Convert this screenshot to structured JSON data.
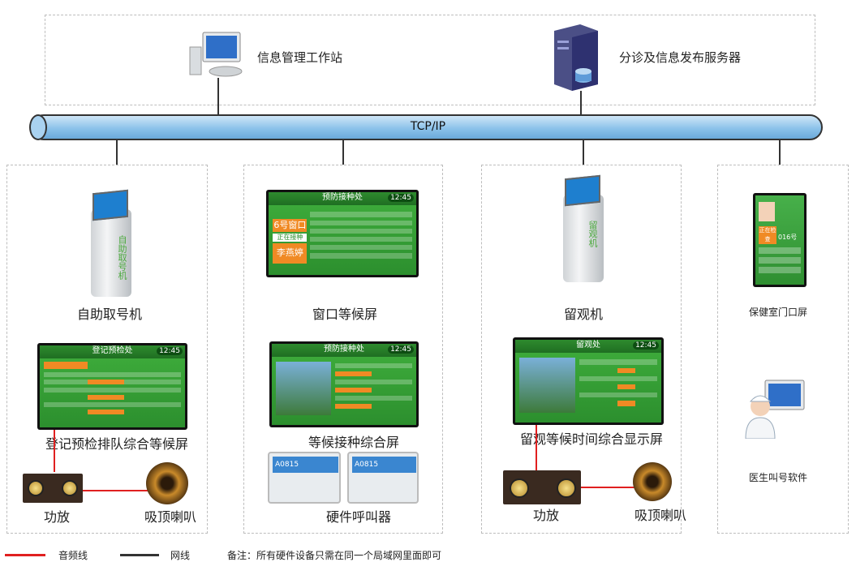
{
  "network": {
    "label": "TCP/IP"
  },
  "top": {
    "workstation_label": "信息管理工作站",
    "server_label": "分诊及信息发布服务器"
  },
  "col1": {
    "kiosk_label": "自助取号机",
    "kiosk_screen_text": "自助取号机",
    "screen_label": "登记预检排队综合等候屏",
    "screen_title": "登记预检处",
    "clock": "12:45",
    "amp_label": "功放",
    "speaker_label": "吸顶喇叭"
  },
  "col2": {
    "screen_top_label": "窗口等候屏",
    "screen_top_title": "预防接种处",
    "window_name": "6号窗口",
    "serving_tag": "正在接种",
    "serving_name": "李燕婷",
    "clock": "12:45",
    "screen_bottom_label": "等候接种综合屏",
    "screen_bottom_title": "预防接种处",
    "hardware_label": "硬件呼叫器",
    "caller_number": "A0815"
  },
  "col3": {
    "kiosk_label": "留观机",
    "kiosk_screen_text": "留观机",
    "screen_label": "留观等候时间综合显示屏",
    "screen_title": "留观处",
    "clock": "12:45",
    "amp_label": "功放",
    "speaker_label": "吸顶喇叭"
  },
  "col4": {
    "door_screen_label": "保健室门口屏",
    "door_status": "正在检查",
    "door_number": "016号",
    "doctor_software_label": "医生叫号软件"
  },
  "legend": {
    "audio_label": "音频线",
    "network_label": "网线",
    "note": "备注：所有硬件设备只需在同一个局域网里面即可"
  },
  "colors": {
    "audio_line": "#e02020",
    "network_line": "#333333",
    "screen_green": "#3fae3c",
    "accent_orange": "#f08a24"
  }
}
